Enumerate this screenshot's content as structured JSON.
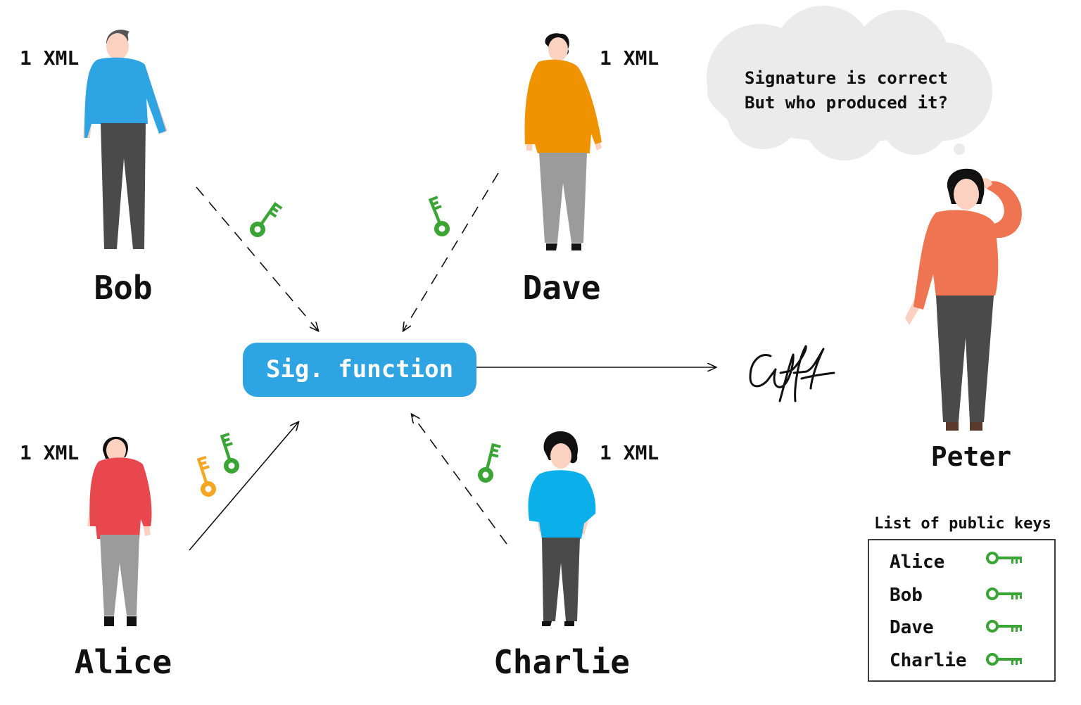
{
  "people": {
    "bob": {
      "name": "Bob",
      "xml": "1 XML"
    },
    "dave": {
      "name": "Dave",
      "xml": "1 XML"
    },
    "alice": {
      "name": "Alice",
      "xml": "1 XML"
    },
    "charlie": {
      "name": "Charlie",
      "xml": "1 XML"
    },
    "peter": {
      "name": "Peter"
    }
  },
  "function_box": {
    "label": "Sig. function"
  },
  "thought": {
    "line1": "Signature is correct",
    "line2": "But who produced it?"
  },
  "legend": {
    "title": "List of public keys",
    "entries": [
      "Alice",
      "Bob",
      "Dave",
      "Charlie"
    ]
  },
  "colors": {
    "key_green": "#3aa435",
    "key_orange": "#f5a623",
    "function_box": "#2fa4e2",
    "bob_shirt": "#2fa4e2",
    "dave_shirt": "#f09300",
    "alice_shirt": "#e8484d",
    "charlie_shirt": "#0bb0ea",
    "peter_shirt": "#ef7552",
    "thought_bubble": "#ebebeb"
  }
}
